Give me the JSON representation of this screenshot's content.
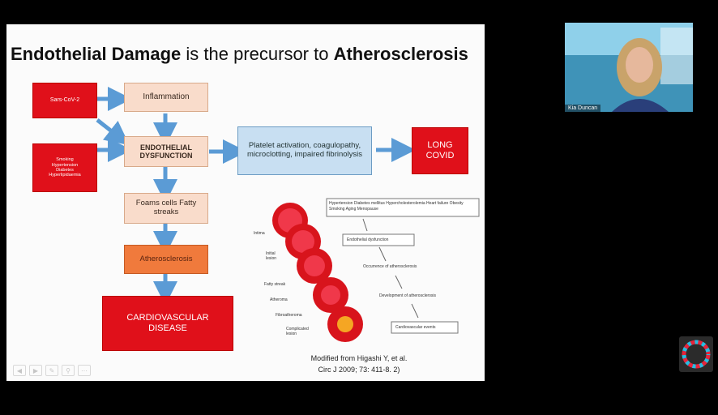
{
  "slide": {
    "title_part1": "Endothelial Damage",
    "title_part2": " is the precursor to ",
    "title_part3": "Atherosclerosis",
    "boxes": {
      "sars": "Sars-CoV-2",
      "inflammation": "Inflammation",
      "risk_factors": [
        "Smoking",
        "Hypertension",
        "Diabetes",
        "Hyperlipidaemia"
      ],
      "dysfunction_line1": "ENDOTHELIAL",
      "dysfunction_line2": "DYSFUNCTION",
      "platelet": "Platelet activation, coagulopathy, microclotting, impaired fibrinolysis",
      "long_covid_line1": "LONG",
      "long_covid_line2": "COVID",
      "foam": "Foams cells Fatty streaks",
      "athero": "Atherosclerosis",
      "cvd_line1": "CARDIOVASCULAR",
      "cvd_line2": "DISEASE"
    },
    "figure": {
      "risk_list": "Hypertension Diabetes mellitus Hypercholesterolemia Heart failure Obesity Smoking Aging Menopause",
      "stages": [
        "Endothelial dysfunction",
        "Occurrence of atherosclerosis",
        "Development of atherosclerosis",
        "Cardiovascular events"
      ],
      "left_labels": [
        "Intima",
        "Initial lesion",
        "Fatty streak",
        "Atheroma",
        "Fibroatheroma",
        "Complicated lesion"
      ]
    },
    "citation_line1": "Modified from Higashi Y, et al.",
    "citation_line2": "Circ J 2009; 73: 411-8. 2)"
  },
  "participant": {
    "name": "Kia Duncan"
  },
  "colors": {
    "red": "#e0101a",
    "peach": "#f9dccb",
    "orange": "#f07a3c",
    "blue": "#c8dff2",
    "arrow": "#5b9bd5"
  }
}
